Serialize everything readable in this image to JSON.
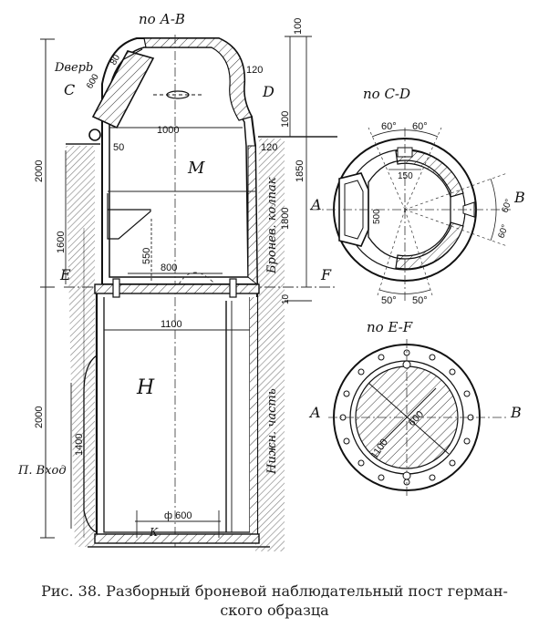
{
  "views": {
    "main_title": "по А-В",
    "top_right_title": "по C-D",
    "bottom_right_title": "по E-F"
  },
  "labels": {
    "door_top": "Dверb",
    "C": "C",
    "D": "D",
    "E": "E",
    "F": "F",
    "A": "A",
    "B": "B",
    "M": "M",
    "H": "H",
    "K": "К",
    "armored_cap": "Бронев. колпак",
    "lower_part": "Нижн. часть",
    "lower_entrance": "П. Вход"
  },
  "dimensions": {
    "d100_top": "100",
    "d80": "80",
    "d600_door": "600",
    "d120_top": "120",
    "d1000": "1000",
    "d100_right": "100",
    "d120_mid": "120",
    "d50": "50",
    "d2000_upper": "2000",
    "d1850": "1850",
    "d1800": "1800",
    "d1600": "1600",
    "d550": "550",
    "d800": "800",
    "d10": "10",
    "d1100": "1100",
    "d2000_lower": "2000",
    "d1400": "1400",
    "d600_hatch": "ф 600",
    "cd_60_a": "60°",
    "cd_60_b": "60°",
    "cd_150": "150",
    "cd_500": "500",
    "cd_60_c": "60°",
    "cd_60_d": "60°",
    "cd_50_a": "50°",
    "cd_50_b": "50°",
    "ef_600": "600",
    "ef_1100": "1100"
  },
  "caption": {
    "line1": "Рис. 38. Разборный броневой наблюдательный пост герман-",
    "line2": "ского образца"
  }
}
